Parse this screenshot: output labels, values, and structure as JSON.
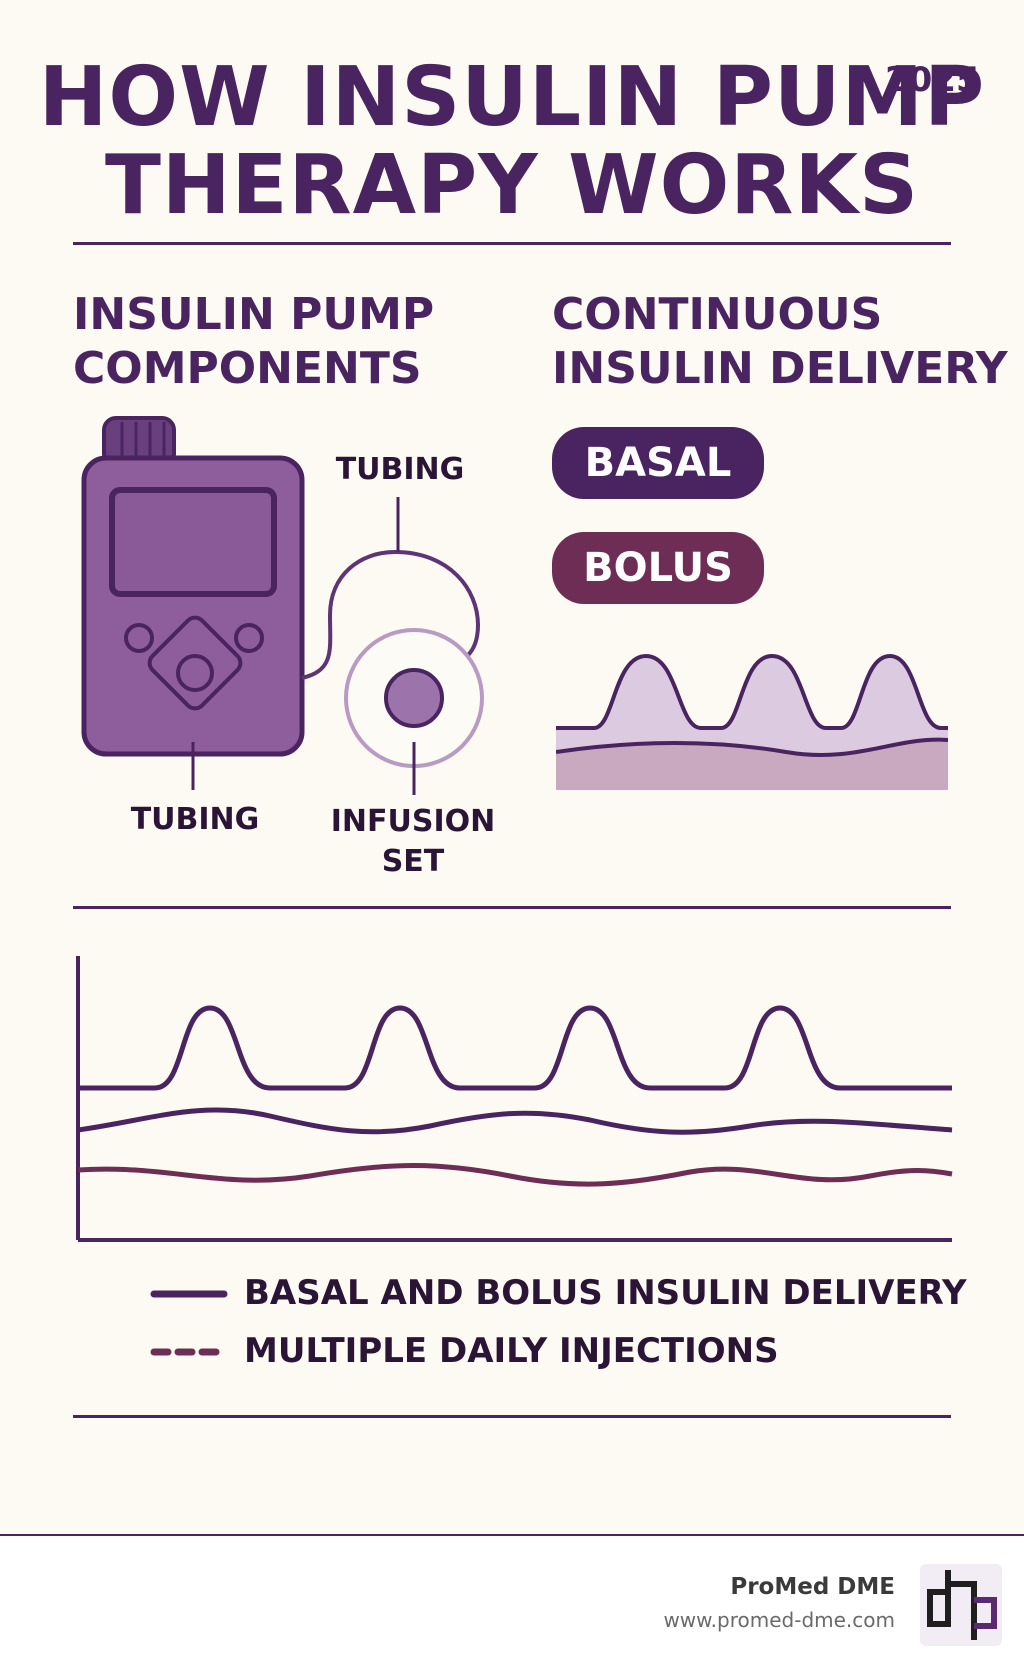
{
  "header": {
    "title_line1": "HOW INSULIN PUMP",
    "title_line2": "THERAPY WORKS",
    "year": "2025"
  },
  "components": {
    "heading_line1": "INSULIN PUMP",
    "heading_line2": "COMPONENTS",
    "label_tubing_top": "TUBING",
    "label_tubing_bottom": "TUBING",
    "label_infusion_line1": "INFUSION",
    "label_infusion_line2": "SET"
  },
  "delivery": {
    "heading_line1": "CONTINUOUS",
    "heading_line2": "INSULIN DELIVERY",
    "basal_label": "BASAL",
    "bolus_label": "BOLUS"
  },
  "comparison": {
    "legend": [
      {
        "label": "BASAL AND BOLUS INSULIN DELIVERY",
        "style": "solid"
      },
      {
        "label": "MULTIPLE DAILY INJECTIONS",
        "style": "dashed"
      }
    ]
  },
  "footer": {
    "brand": "ProMed DME",
    "url": "www.promed-dme.com"
  },
  "colors": {
    "primary": "#4a2460",
    "secondary": "#6e2d55",
    "pump_body": "#8e5e9c",
    "background": "#fcfaf3"
  }
}
